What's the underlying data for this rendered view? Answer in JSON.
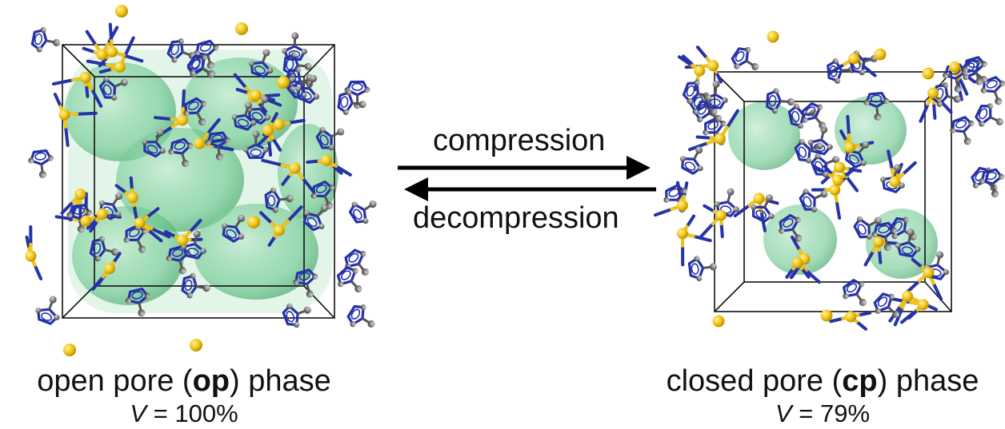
{
  "left_structure": {
    "caption_prefix": "open pore (",
    "caption_bold": "op",
    "caption_suffix": ") phase",
    "volume_symbol": "V",
    "volume_value": " = 100%"
  },
  "right_structure": {
    "caption_prefix": "closed pore (",
    "caption_bold": "cp",
    "caption_suffix": ") phase",
    "volume_symbol": "V",
    "volume_value": " = 79%"
  },
  "arrows": {
    "forward_label": "compression",
    "reverse_label": "decompression"
  },
  "colors": {
    "zinc_atom": "#f2c514",
    "nitrogen_atom": "#2532a8",
    "carbon_atom": "#7d7d7d",
    "pore_volume": "#3fb46a",
    "cell_edge": "#111111"
  }
}
